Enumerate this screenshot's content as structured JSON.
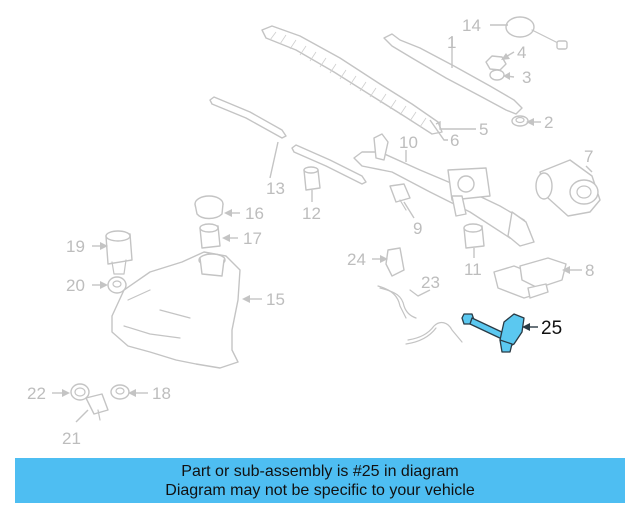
{
  "diagram": {
    "callouts": {
      "c1": "1",
      "c2": "2",
      "c3": "3",
      "c4": "4",
      "c5": "5",
      "c6": "6",
      "c7": "7",
      "c8": "8",
      "c9": "9",
      "c10": "10",
      "c11": "11",
      "c12": "12",
      "c13": "13",
      "c14": "14",
      "c15": "15",
      "c16": "16",
      "c17": "17",
      "c18": "18",
      "c19": "19",
      "c20": "20",
      "c21": "21",
      "c22": "22",
      "c23": "23",
      "c24": "24",
      "c25": "25"
    },
    "highlighted_part": "25",
    "highlight_color": "#5bc8f0"
  },
  "banner": {
    "line1": "Part or sub-assembly is #25 in diagram",
    "line2": "Diagram may not be specific to your vehicle",
    "color": "#4ebef2"
  }
}
